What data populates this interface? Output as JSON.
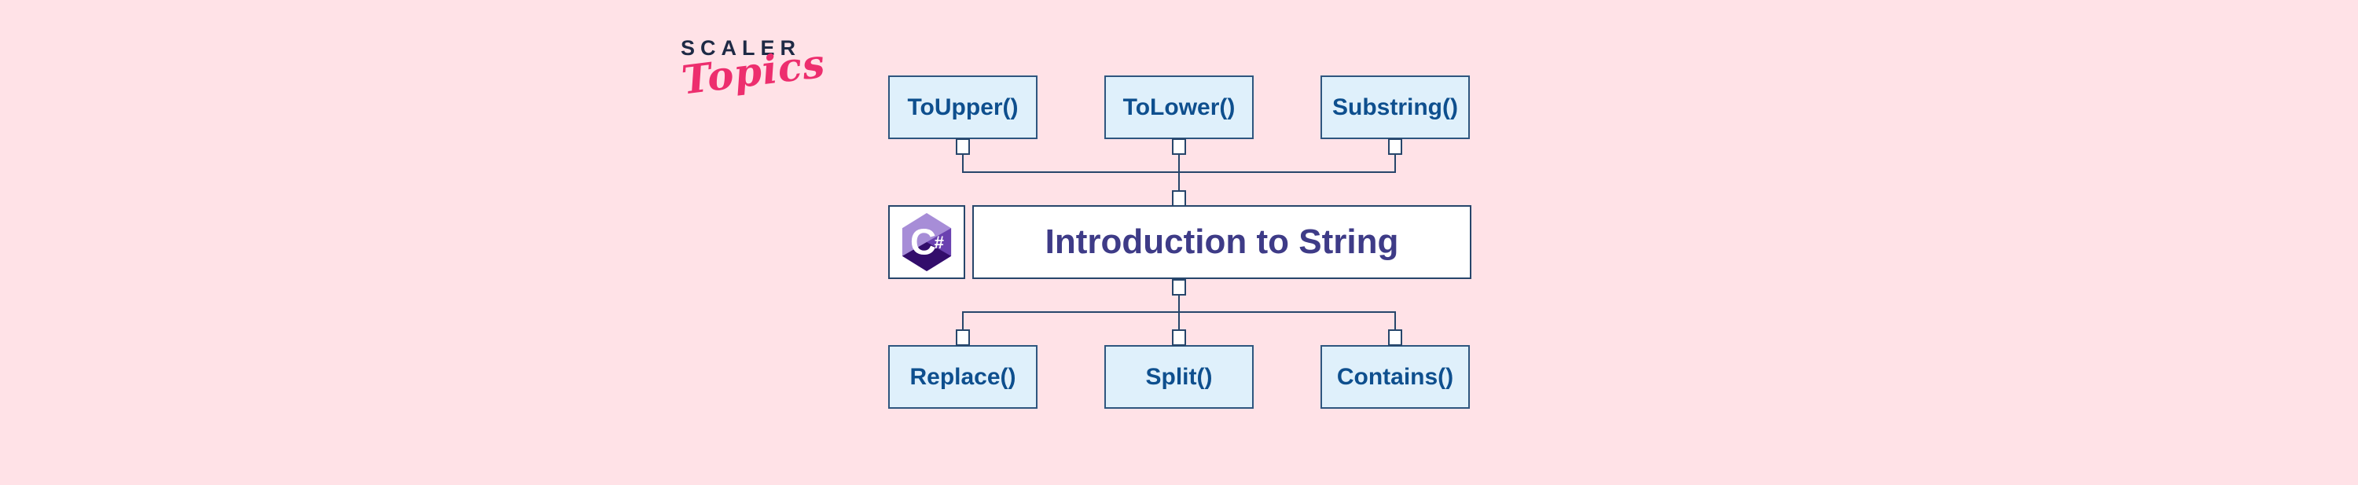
{
  "brand": {
    "name": "SCALER",
    "sub": "Topics"
  },
  "diagram": {
    "title": "Introduction to String",
    "language_icon": "csharp-logo",
    "icon_letter": "C",
    "icon_hash": "#",
    "top_methods": [
      "ToUpper()",
      "ToLower()",
      "Substring()"
    ],
    "bottom_methods": [
      "Replace()",
      "Split()",
      "Contains()"
    ]
  },
  "colors": {
    "background": "#ffe2e7",
    "node_fill": "#dff0fb",
    "node_border": "#2e567f",
    "node_text": "#0e4f8e",
    "title_text": "#3e3b87",
    "connector": "#27466b",
    "brand_navy": "#1e2a45",
    "brand_pink": "#ed2e6e",
    "csharp_light": "#a78dd7",
    "csharp_medium": "#6a41b0",
    "csharp_dark": "#330d6b"
  }
}
